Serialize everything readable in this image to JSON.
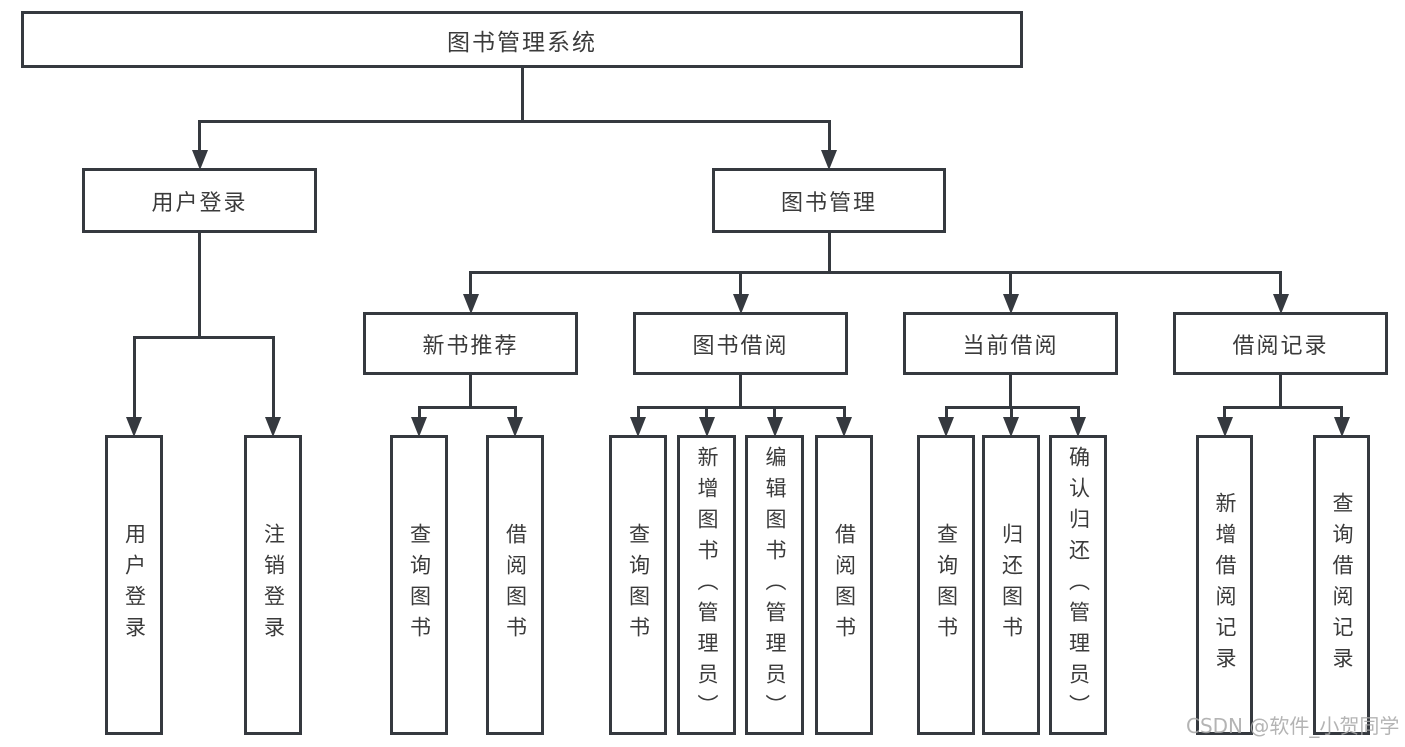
{
  "diagram": {
    "nodes": [
      {
        "id": "library-system",
        "label": "图书管理系统"
      },
      {
        "id": "user-login",
        "label": "用户登录"
      },
      {
        "id": "book-management",
        "label": "图书管理"
      },
      {
        "id": "new-book-recommendation",
        "label": "新书推荐"
      },
      {
        "id": "book-borrowing",
        "label": "图书借阅"
      },
      {
        "id": "current-borrowing",
        "label": "当前借阅"
      },
      {
        "id": "borrowing-records",
        "label": "借阅记录"
      },
      {
        "id": "login-leaf",
        "label": "用户登录"
      },
      {
        "id": "logout-leaf",
        "label": "注销登录"
      },
      {
        "id": "query-books-recommend",
        "label": "查询图书"
      },
      {
        "id": "borrow-books-recommend",
        "label": "借阅图书"
      },
      {
        "id": "query-books-borrowing",
        "label": "查询图书"
      },
      {
        "id": "add-books-admin",
        "label": "新增图书（管理员）"
      },
      {
        "id": "edit-books-admin",
        "label": "编辑图书（管理员）"
      },
      {
        "id": "borrow-books-borrowing",
        "label": "借阅图书"
      },
      {
        "id": "query-books-current",
        "label": "查询图书"
      },
      {
        "id": "return-books",
        "label": "归还图书"
      },
      {
        "id": "confirm-return-admin",
        "label": "确认归还（管理员）"
      },
      {
        "id": "add-borrow-record",
        "label": "新增借阅记录"
      },
      {
        "id": "query-borrow-record",
        "label": "查询借阅记录"
      }
    ],
    "edges": [
      {
        "from": "library-system",
        "to": [
          "user-login",
          "book-management"
        ]
      },
      {
        "from": "user-login",
        "to": [
          "login-leaf",
          "logout-leaf"
        ]
      },
      {
        "from": "book-management",
        "to": [
          "new-book-recommendation",
          "book-borrowing",
          "current-borrowing",
          "borrowing-records"
        ]
      },
      {
        "from": "new-book-recommendation",
        "to": [
          "query-books-recommend",
          "borrow-books-recommend"
        ]
      },
      {
        "from": "book-borrowing",
        "to": [
          "query-books-borrowing",
          "add-books-admin",
          "edit-books-admin",
          "borrow-books-borrowing"
        ]
      },
      {
        "from": "current-borrowing",
        "to": [
          "query-books-current",
          "return-books",
          "confirm-return-admin"
        ]
      },
      {
        "from": "borrowing-records",
        "to": [
          "add-borrow-record",
          "query-borrow-record"
        ]
      }
    ]
  },
  "watermark": {
    "text": "CSDN @软件_小贺同学"
  },
  "colors": {
    "line": "#35393f",
    "text": "#3b3b3b",
    "watermark": "#a8a8a8",
    "background": "#ffffff"
  }
}
